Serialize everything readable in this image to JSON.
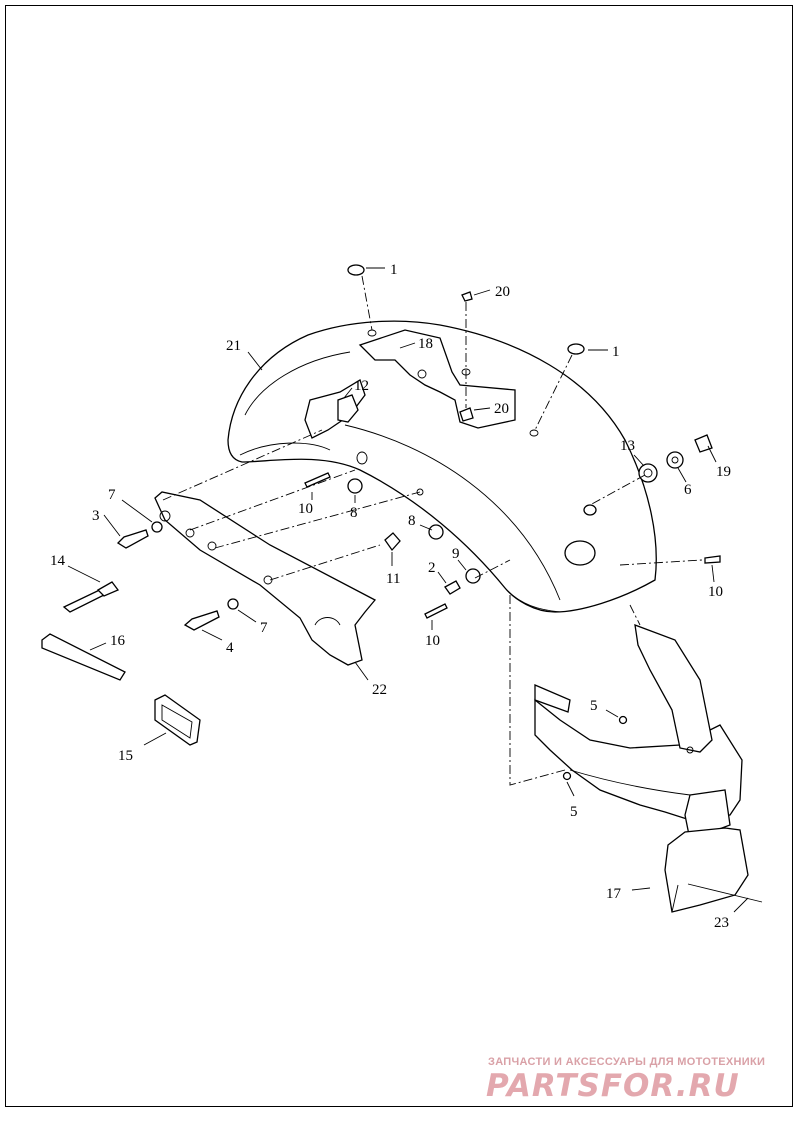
{
  "callouts": [
    {
      "id": "c1a",
      "text": "1"
    },
    {
      "id": "c20a",
      "text": "20"
    },
    {
      "id": "c1b",
      "text": "1"
    },
    {
      "id": "c21",
      "text": "21"
    },
    {
      "id": "c18",
      "text": "18"
    },
    {
      "id": "c12",
      "text": "12"
    },
    {
      "id": "c20b",
      "text": "20"
    },
    {
      "id": "c13",
      "text": "13"
    },
    {
      "id": "c19",
      "text": "19"
    },
    {
      "id": "c6",
      "text": "6"
    },
    {
      "id": "c10a",
      "text": "10"
    },
    {
      "id": "c8a",
      "text": "8"
    },
    {
      "id": "c7a",
      "text": "7"
    },
    {
      "id": "c3",
      "text": "3"
    },
    {
      "id": "c8b",
      "text": "8"
    },
    {
      "id": "c9",
      "text": "9"
    },
    {
      "id": "c2",
      "text": "2"
    },
    {
      "id": "c11",
      "text": "11"
    },
    {
      "id": "c14",
      "text": "14"
    },
    {
      "id": "c10b",
      "text": "10"
    },
    {
      "id": "c10c",
      "text": "10"
    },
    {
      "id": "c7b",
      "text": "7"
    },
    {
      "id": "c4",
      "text": "4"
    },
    {
      "id": "c16",
      "text": "16"
    },
    {
      "id": "c22",
      "text": "22"
    },
    {
      "id": "c5a",
      "text": "5"
    },
    {
      "id": "c5b",
      "text": "5"
    },
    {
      "id": "c15",
      "text": "15"
    },
    {
      "id": "c17",
      "text": "17"
    },
    {
      "id": "c23",
      "text": "23"
    }
  ],
  "watermark": {
    "text": "ЗАПЧАСТИ И АКСЕССУАРЫ ДЛЯ МОТОТЕХНИКИ",
    "logo": "PARTSFOR.RU",
    "color": "#e3a8ae"
  }
}
